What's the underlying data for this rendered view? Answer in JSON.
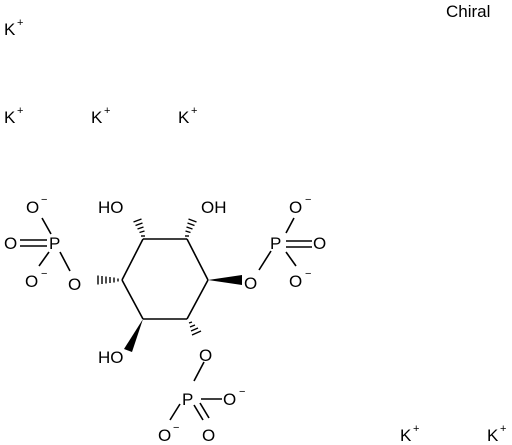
{
  "stereo_flag": "Chiral",
  "atoms": {
    "K": "K",
    "plus": "+",
    "minus": "−",
    "O": "O",
    "P": "P",
    "HO": "HO",
    "OH": "OH"
  },
  "counterions": [
    "K+",
    "K+",
    "K+",
    "K+",
    "K+",
    "K+"
  ]
}
